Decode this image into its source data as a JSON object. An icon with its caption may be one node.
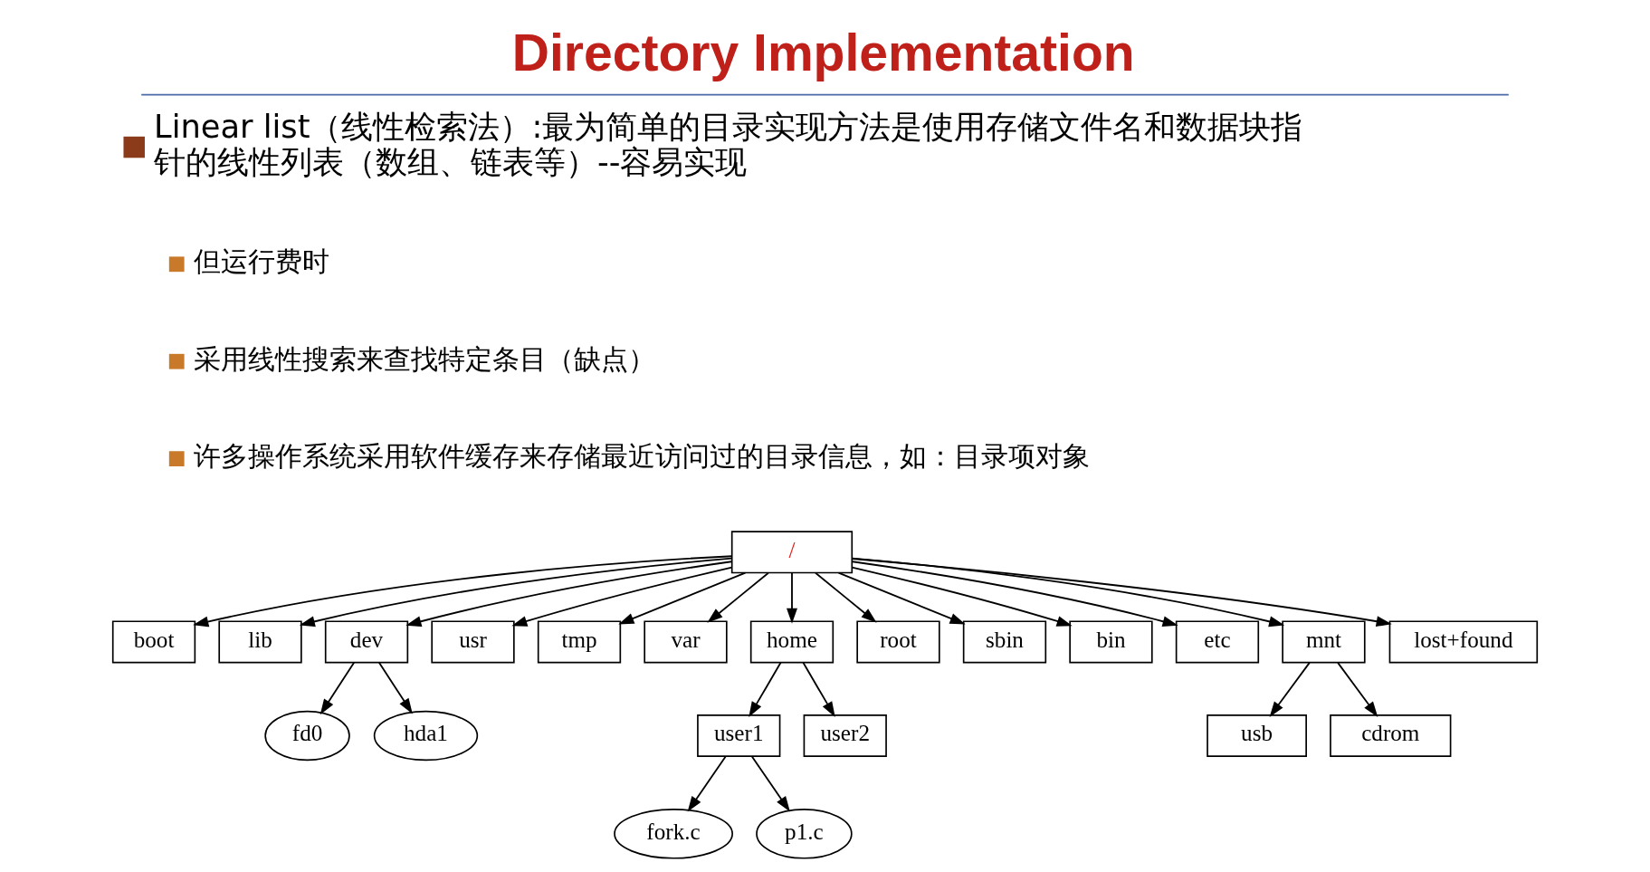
{
  "diagram": {
    "title": "Directory Implementation",
    "nodes": [
      {
        "text": [
          "/"
        ]
      },
      {
        "text": [
          "boot"
        ]
      },
      {
        "text": [
          "lib"
        ]
      },
      {
        "text": [
          "dev"
        ]
      },
      {
        "text": [
          "usr"
        ]
      },
      {
        "text": [
          "tmp"
        ]
      },
      {
        "text": [
          "var"
        ]
      },
      {
        "text": [
          "home"
        ]
      },
      {
        "text": [
          "root"
        ]
      },
      {
        "text": [
          "sbin"
        ]
      },
      {
        "text": [
          "bin"
        ]
      },
      {
        "text": [
          "etc"
        ]
      },
      {
        "text": [
          "mnt"
        ]
      },
      {
        "text": [
          "lost+found"
        ]
      },
      {
        "text": [
          "fd0"
        ]
      },
      {
        "text": [
          "hda1"
        ]
      },
      {
        "text": [
          "user1"
        ]
      },
      {
        "text": [
          "user2"
        ]
      },
      {
        "text": [
          "fork.c"
        ]
      },
      {
        "text": [
          "p1.c"
        ]
      },
      {
        "text": [
          "usb"
        ]
      },
      {
        "text": [
          "cdrom"
        ]
      }
    ],
    "edges": [
      {
        "from": 0,
        "to": 1,
        "arrow": "to"
      },
      {
        "from": 0,
        "to": 2,
        "arrow": "to"
      },
      {
        "from": 0,
        "to": 3,
        "arrow": "to"
      },
      {
        "from": 0,
        "to": 4,
        "arrow": "to"
      },
      {
        "from": 0,
        "to": 5,
        "arrow": "to"
      },
      {
        "from": 0,
        "to": 6,
        "arrow": "to"
      },
      {
        "from": 0,
        "to": 7,
        "arrow": "to"
      },
      {
        "from": 0,
        "to": 8,
        "arrow": "to"
      },
      {
        "from": 0,
        "to": 9,
        "arrow": "to"
      },
      {
        "from": 0,
        "to": 10,
        "arrow": "to"
      },
      {
        "from": 0,
        "to": 11,
        "arrow": "to"
      },
      {
        "from": 0,
        "to": 12,
        "arrow": "to"
      },
      {
        "from": 0,
        "to": 13,
        "arrow": "to"
      },
      {
        "from": 3,
        "to": 14,
        "arrow": "to"
      },
      {
        "from": 3,
        "to": 15,
        "arrow": "to"
      },
      {
        "from": 7,
        "to": 16,
        "arrow": "to"
      },
      {
        "from": 7,
        "to": 17,
        "arrow": "to"
      },
      {
        "from": 16,
        "to": 18,
        "arrow": "to"
      },
      {
        "from": 16,
        "to": 19,
        "arrow": "to"
      },
      {
        "from": 12,
        "to": 20,
        "arrow": "to"
      },
      {
        "from": 12,
        "to": 21,
        "arrow": "to"
      }
    ],
    "labels": [
      "Linear list（线性检索法）:最为简单的目录实现方法是使用存储文件名和数据块指针的线性列表（数组、链表等）--容易实现",
      "但运行费时",
      "采用线性搜索来查找特定条目（缺点）",
      "许多操作系统采用软件缓存来存储最近访问过的目录信息，如：目录项对象"
    ]
  }
}
